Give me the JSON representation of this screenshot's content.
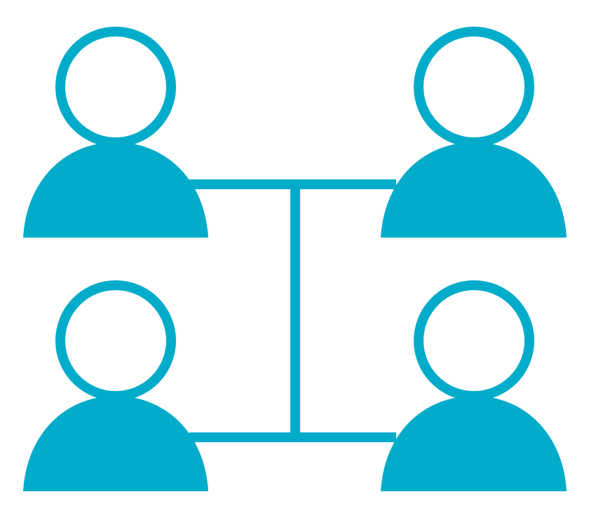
{
  "icon": {
    "name": "team-network-icon",
    "color": "#00acca",
    "background": "#ffffff",
    "people": [
      {
        "name": "person-top-left"
      },
      {
        "name": "person-top-right"
      },
      {
        "name": "person-bottom-left"
      },
      {
        "name": "person-bottom-right"
      }
    ]
  }
}
